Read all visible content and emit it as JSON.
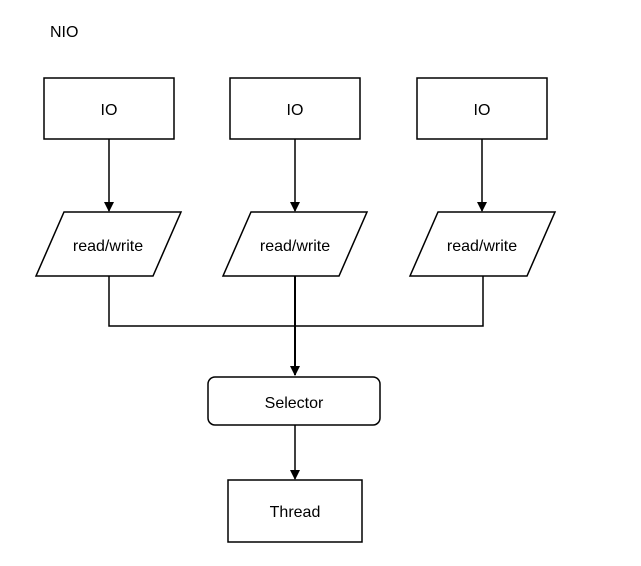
{
  "title": "NIO",
  "io_nodes": [
    {
      "label": "IO"
    },
    {
      "label": "IO"
    },
    {
      "label": "IO"
    }
  ],
  "rw_nodes": [
    {
      "label": "read/write"
    },
    {
      "label": "read/write"
    },
    {
      "label": "read/write"
    }
  ],
  "selector": {
    "label": "Selector"
  },
  "thread": {
    "label": "Thread"
  },
  "colors": {
    "stroke": "#000000",
    "fill": "#ffffff",
    "text": "#000000"
  }
}
